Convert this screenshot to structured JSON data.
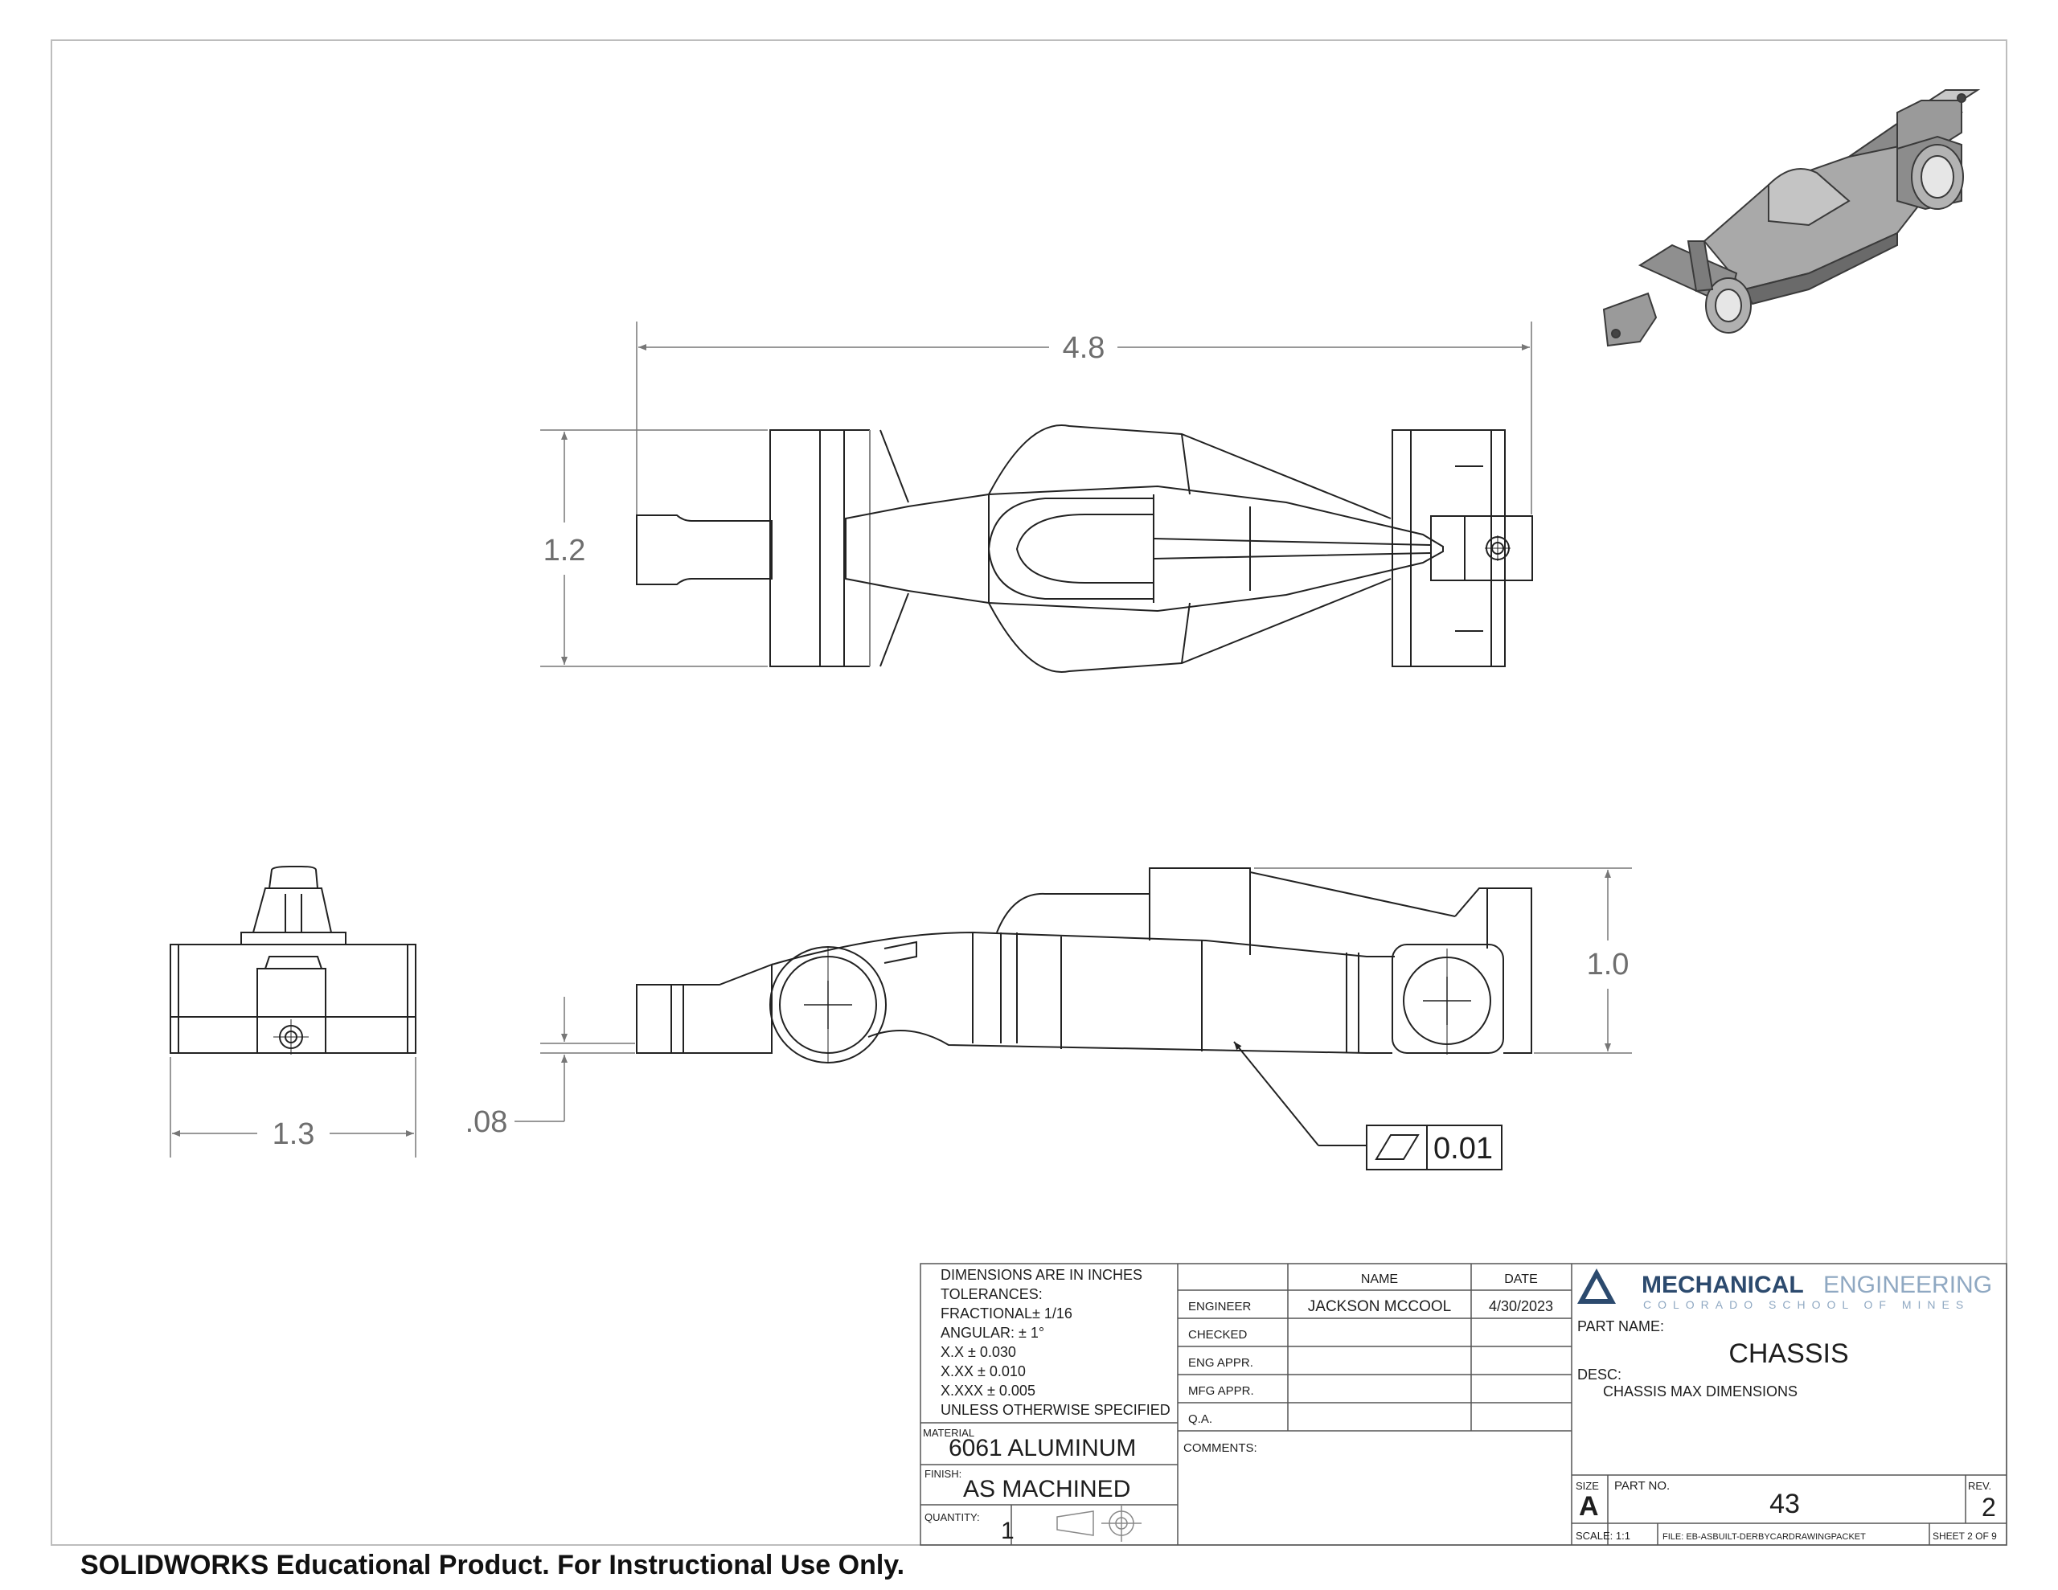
{
  "dimensions": {
    "overall_length": "4.8",
    "width_top_view": "1.2",
    "height_side_view": "1.0",
    "width_front_view": "1.3",
    "ground_clearance": ".08",
    "flatness_tolerance": "0.01"
  },
  "notes": {
    "line1": "DIMENSIONS ARE IN INCHES",
    "line2": "TOLERANCES:",
    "line3": "FRACTIONAL± 1/16",
    "line4": "ANGULAR: ± 1°",
    "line5": "X.X   ± 0.030",
    "line6": "X.XX ± 0.010",
    "line7": "X.XXX  ± 0.005",
    "line8": "UNLESS OTHERWISE SPECIFIED"
  },
  "material": {
    "label": "MATERIAL",
    "value": "6061 ALUMINUM"
  },
  "finish": {
    "label": "FINISH:",
    "value": "AS MACHINED"
  },
  "quantity": {
    "label": "QUANTITY:",
    "value": "1"
  },
  "approvals": {
    "header_name": "NAME",
    "header_date": "DATE",
    "rows": [
      {
        "role": "ENGINEER",
        "name": "JACKSON MCCOOL",
        "date": "4/30/2023"
      },
      {
        "role": "CHECKED",
        "name": "",
        "date": ""
      },
      {
        "role": "ENG APPR.",
        "name": "",
        "date": ""
      },
      {
        "role": "MFG APPR.",
        "name": "",
        "date": ""
      },
      {
        "role": "Q.A.",
        "name": "",
        "date": ""
      }
    ],
    "comments_label": "COMMENTS:"
  },
  "logo": {
    "word1": "MECHANICAL",
    "word2": "ENGINEERING",
    "subtitle": "COLORADO SCHOOL OF MINES",
    "colors": {
      "primary": "#2c4a6e",
      "secondary": "#8fa8c2"
    }
  },
  "part": {
    "name_label": "PART NAME:",
    "name": "CHASSIS",
    "desc_label": "DESC:",
    "desc": "CHASSIS MAX DIMENSIONS",
    "size_label": "SIZE",
    "size": "A",
    "part_no_label": "PART NO.",
    "part_no": "43",
    "rev_label": "REV.",
    "rev": "2",
    "scale": "SCALE: 1:1",
    "file": "FILE:  EB-ASBUILT-DERBYCARDRAWINGPACKET",
    "sheet": "SHEET 2 OF 9"
  },
  "footer": "SOLIDWORKS Educational Product. For Instructional Use Only."
}
